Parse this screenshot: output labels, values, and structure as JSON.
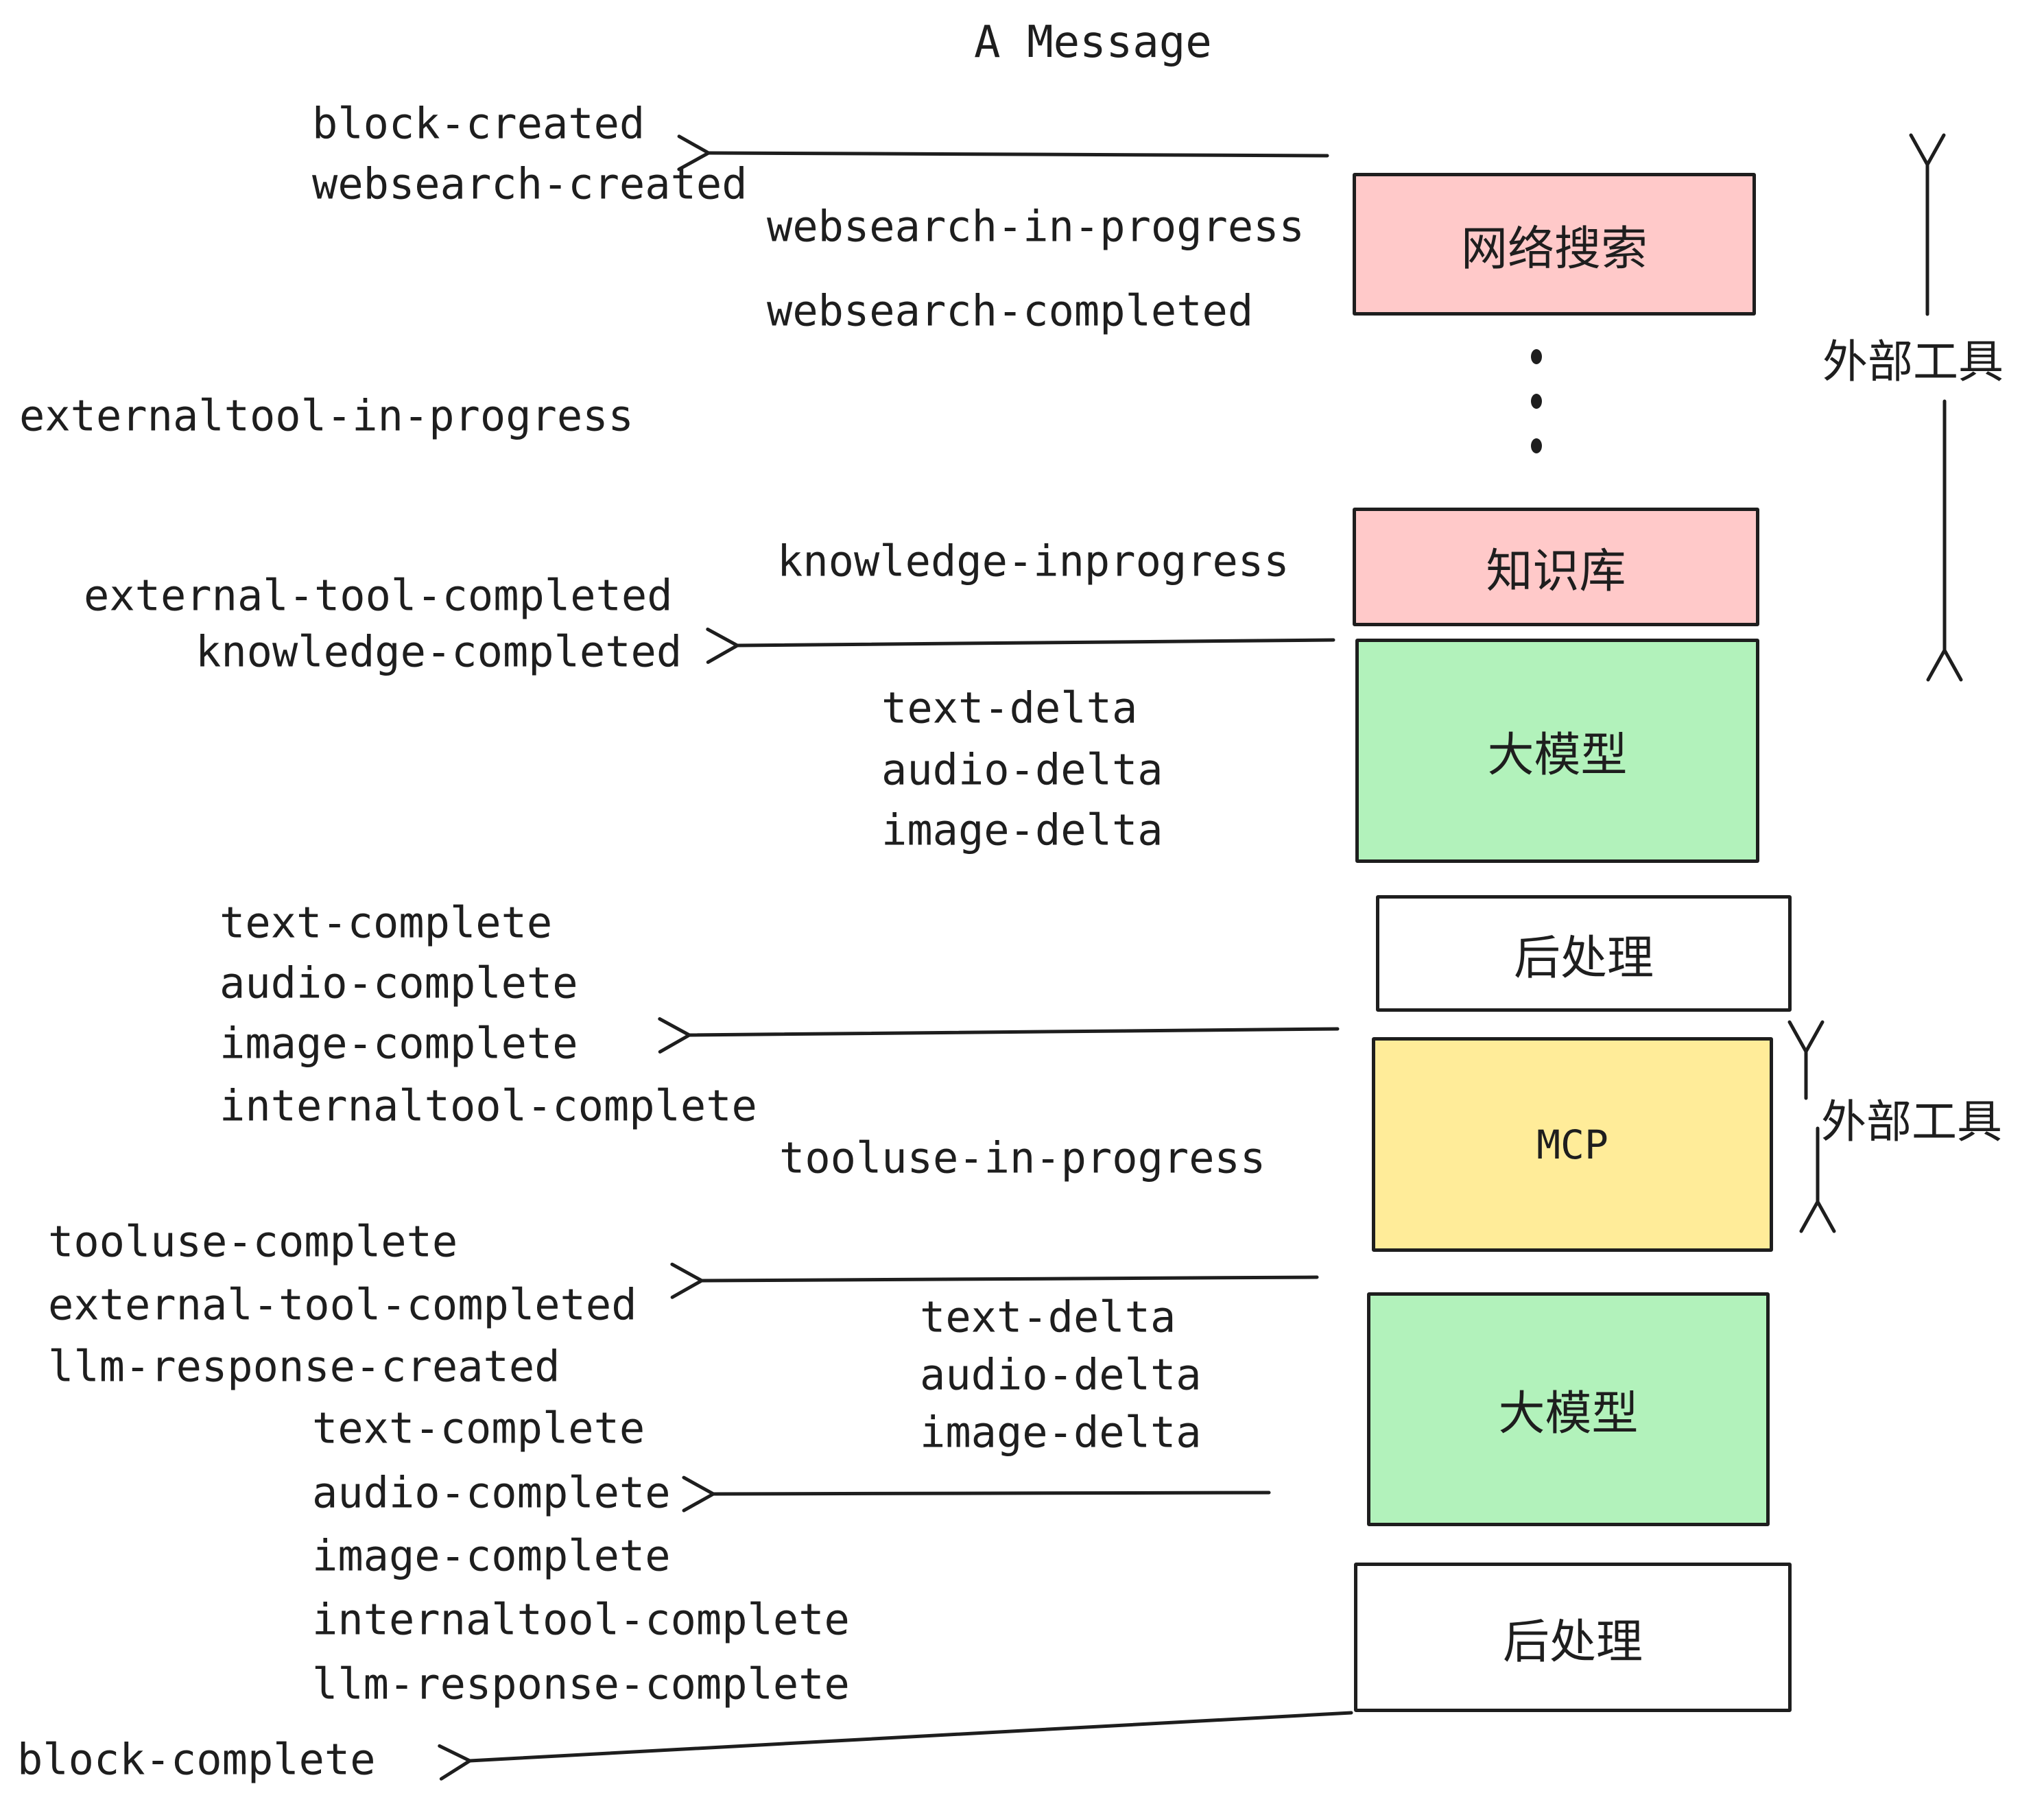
{
  "title": "A Message",
  "colors": {
    "box_pink": "#ffc9c9",
    "box_green": "#b2f2bb",
    "box_yellow": "#ffec99",
    "box_white": "#ffffff",
    "ink": "#1e1e1e"
  },
  "boxes": [
    {
      "id": "websearch",
      "label": "网络搜索"
    },
    {
      "id": "knowledge",
      "label": "知识库"
    },
    {
      "id": "llm-1",
      "label": "大模型"
    },
    {
      "id": "post-1",
      "label": "后处理"
    },
    {
      "id": "mcp",
      "label": "MCP"
    },
    {
      "id": "llm-2",
      "label": "大模型"
    },
    {
      "id": "post-2",
      "label": "后处理"
    }
  ],
  "side_labels": [
    {
      "id": "external-tools-top",
      "label": "外部工具"
    },
    {
      "id": "external-tools-mid",
      "label": "外部工具"
    }
  ],
  "events": [
    {
      "text": "block-created"
    },
    {
      "text": "websearch-created"
    },
    {
      "text": "websearch-in-progress"
    },
    {
      "text": "websearch-completed"
    },
    {
      "text": "externaltool-in-progress"
    },
    {
      "text": "knowledge-inprogress"
    },
    {
      "text": "external-tool-completed"
    },
    {
      "text": "knowledge-completed"
    },
    {
      "text": "text-delta"
    },
    {
      "text": "audio-delta"
    },
    {
      "text": "image-delta"
    },
    {
      "text": "text-complete"
    },
    {
      "text": "audio-complete"
    },
    {
      "text": "image-complete"
    },
    {
      "text": "internaltool-complete"
    },
    {
      "text": "tooluse-in-progress"
    },
    {
      "text": "tooluse-complete"
    },
    {
      "text": "external-tool-completed"
    },
    {
      "text": "llm-response-created"
    },
    {
      "text": "text-complete"
    },
    {
      "text": "audio-complete"
    },
    {
      "text": "image-complete"
    },
    {
      "text": "internaltool-complete"
    },
    {
      "text": "llm-response-complete"
    },
    {
      "text": "text-delta"
    },
    {
      "text": "audio-delta"
    },
    {
      "text": "image-delta"
    },
    {
      "text": "block-complete"
    }
  ]
}
